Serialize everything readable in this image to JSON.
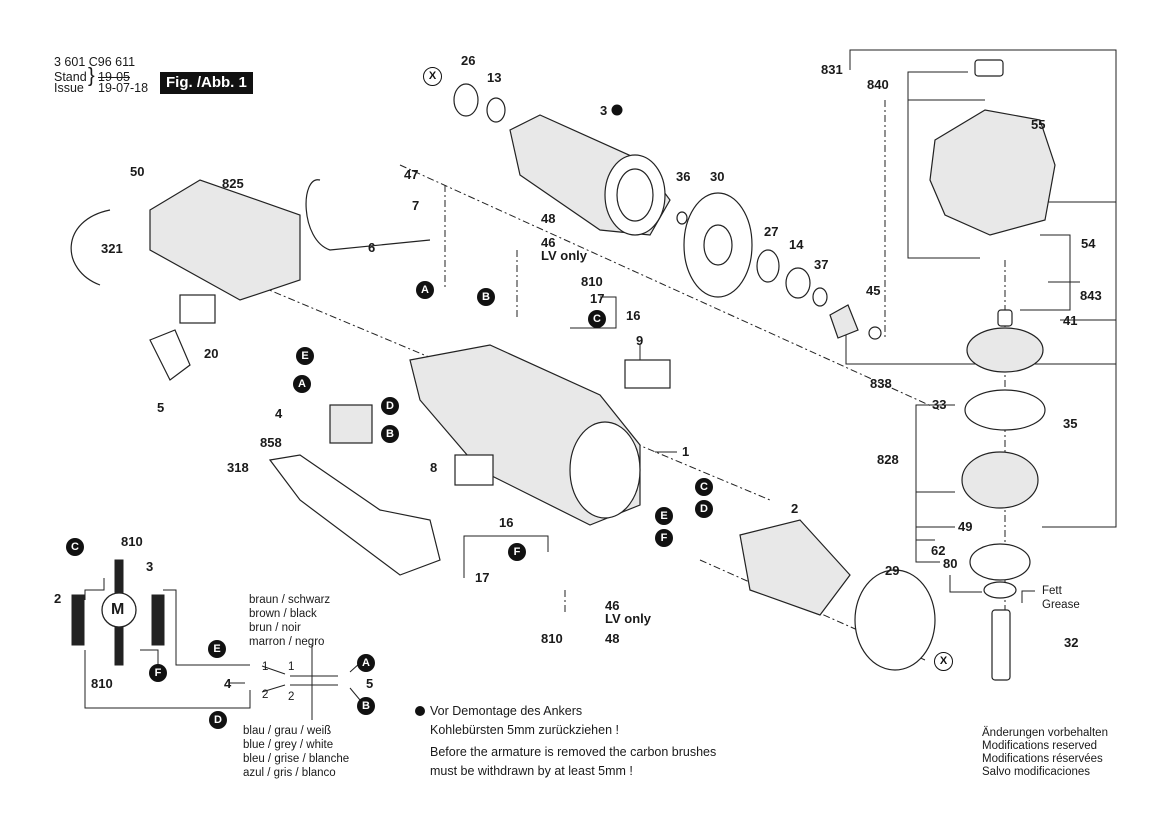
{
  "header": {
    "part_number": "3 601 C96 611",
    "stand_label": "Stand",
    "issue_label": "Issue",
    "stand_date_struck": "19-05",
    "issue_date": "19-07-18",
    "figure_label": "Fig. /Abb. 1"
  },
  "part_labels": {
    "p1": "1",
    "p2": "2",
    "p3": "3",
    "p4": "4",
    "p5": "5",
    "p6": "6",
    "p7": "7",
    "p8": "8",
    "p9": "9",
    "p13": "13",
    "p14": "14",
    "p16": "16",
    "p17": "17",
    "p20": "20",
    "p26": "26",
    "p27": "27",
    "p29": "29",
    "p30": "30",
    "p32": "32",
    "p33": "33",
    "p35": "35",
    "p36": "36",
    "p37": "37",
    "p41": "41",
    "p45": "45",
    "p46": "46",
    "p47": "47",
    "p48": "48",
    "p49": "49",
    "p50": "50",
    "p54": "54",
    "p55": "55",
    "p62": "62",
    "p80": "80",
    "p318": "318",
    "p321": "321",
    "p810": "810",
    "p825": "825",
    "p828": "828",
    "p831": "831",
    "p838": "838",
    "p840": "840",
    "p843": "843",
    "p858": "858"
  },
  "notes": {
    "lv_only": "LV only",
    "fett": "Fett",
    "grease": "Grease",
    "motor_symbol": "M"
  },
  "connectors": {
    "A": "A",
    "B": "B",
    "C": "C",
    "D": "D",
    "E": "E",
    "F": "F",
    "X": "X"
  },
  "wiring": {
    "top_colors": [
      "braun   / schwarz",
      "brown   / black",
      "brun     / noir",
      "marron / negro"
    ],
    "bottom_colors": [
      "blau / grau / weiß",
      "blue / grey  / white",
      "bleu / grise / blanche",
      "azul / gris   / blanco"
    ],
    "terminal_1": "1",
    "terminal_2": "2"
  },
  "warning": {
    "de_line1": "Vor Demontage des Ankers",
    "de_line2": "Kohlebürsten 5mm zurückziehen !",
    "en_line1": "Before the armature is removed the carbon brushes",
    "en_line2": "must be withdrawn by at least 5mm !"
  },
  "disclaimer": [
    "Änderungen vorbehalten",
    "Modifications reserved",
    "Modifications réservées",
    "Salvo modificaciones"
  ]
}
